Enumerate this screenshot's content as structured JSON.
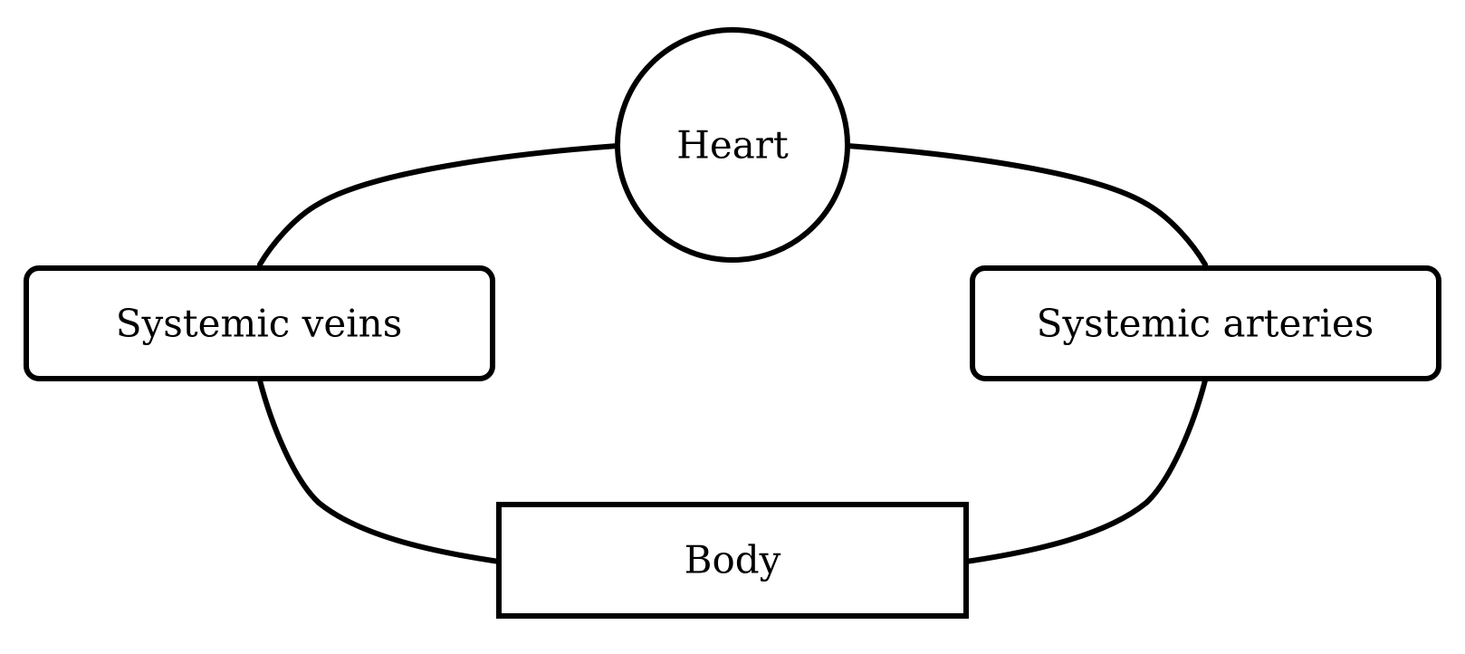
{
  "diagram": {
    "nodes": {
      "heart": {
        "label": "Heart",
        "shape": "circle"
      },
      "veins": {
        "label": "Systemic veins",
        "shape": "rounded-rectangle"
      },
      "arteries": {
        "label": "Systemic arteries",
        "shape": "rounded-rectangle"
      },
      "body": {
        "label": "Body",
        "shape": "rectangle"
      }
    },
    "edges": [
      {
        "from": "heart",
        "to": "veins"
      },
      {
        "from": "heart",
        "to": "arteries"
      },
      {
        "from": "veins",
        "to": "body"
      },
      {
        "from": "arteries",
        "to": "body"
      }
    ],
    "colors": {
      "stroke": "#000000",
      "background": "#ffffff"
    }
  }
}
